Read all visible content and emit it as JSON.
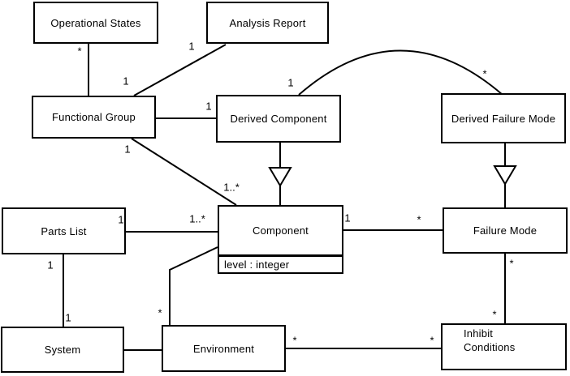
{
  "diagram": {
    "type": "uml-class-diagram",
    "colors": {
      "line": "#000000",
      "box_fill": "#ffffff",
      "background": "#ffffff"
    },
    "classes": {
      "operational_states": {
        "label": "Operational States"
      },
      "analysis_report": {
        "label": "Analysis Report"
      },
      "functional_group": {
        "label": "Functional Group"
      },
      "derived_component": {
        "label": "Derived Component"
      },
      "derived_failure_mode": {
        "label": "Derived Failure Mode"
      },
      "parts_list": {
        "label": "Parts List"
      },
      "component": {
        "label": "Component",
        "attributes": [
          "level : integer"
        ]
      },
      "failure_mode": {
        "label": "Failure Mode"
      },
      "system": {
        "label": "System"
      },
      "environment": {
        "label": "Environment"
      },
      "inhibit_conditions": {
        "label": "Inhibit Conditions"
      }
    },
    "multiplicities": {
      "os_star": "*",
      "fg_top_one": "1",
      "ar_one": "1",
      "fg_dc_one": "1",
      "arc_one": "1",
      "arc_star": "*",
      "fg_comp_one": "1",
      "fg_comp_many": "1..*",
      "pl_one": "1",
      "pl_comp_many": "1..*",
      "comp_fm_one": "1",
      "comp_fm_star": "*",
      "pl_sys_top_one": "1",
      "pl_sys_bottom_one": "1",
      "env_comp_star": "*",
      "fm_ic_top_star": "*",
      "fm_ic_bottom_star": "*",
      "env_ic_left_star": "*",
      "env_ic_right_star": "*"
    }
  }
}
